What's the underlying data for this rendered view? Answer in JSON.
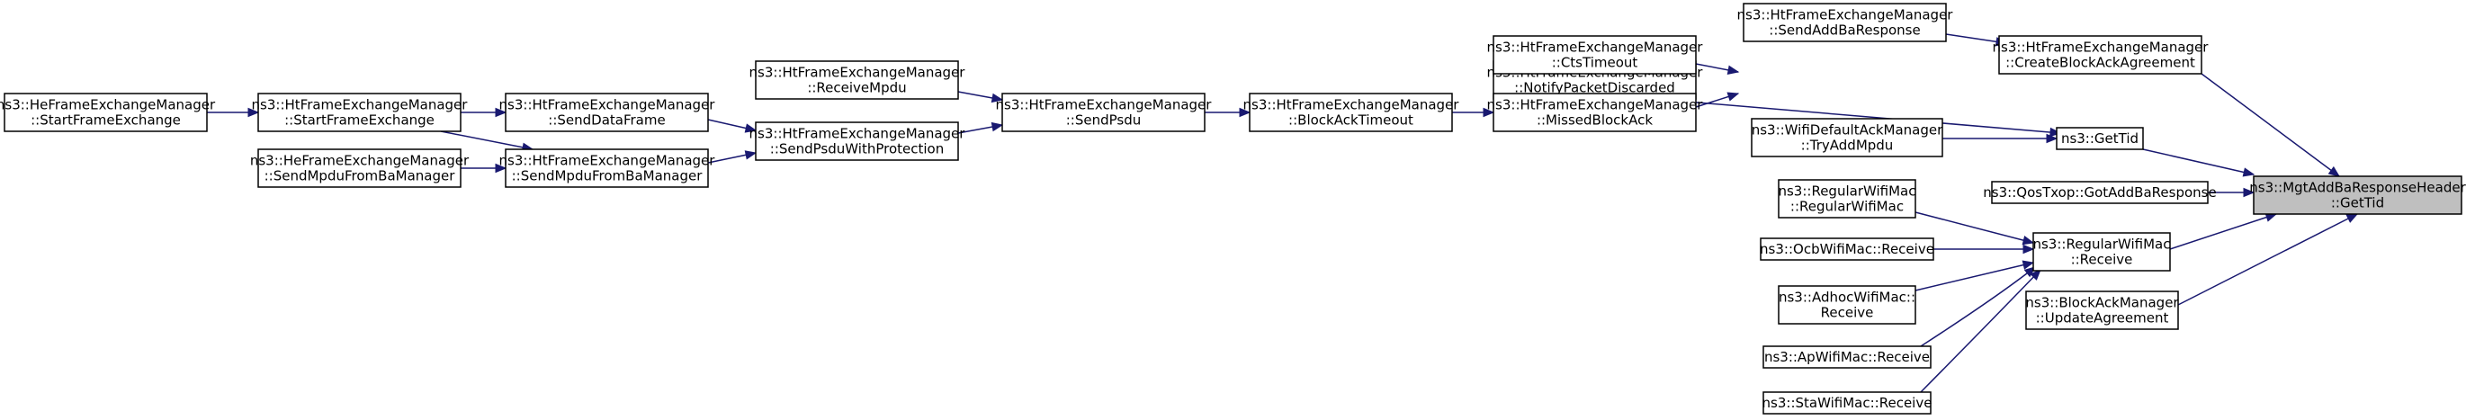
{
  "colors": {
    "edge": "#191970",
    "root_fill": "#bfbfbf",
    "node_fill": "#ffffff",
    "border": "#000000"
  },
  "nodes": [
    {
      "id": "n0",
      "lines": [
        "ns3::MgtAddBaResponseHeader",
        "::GetTid"
      ],
      "root": true
    },
    {
      "id": "n1",
      "lines": [
        "ns3::HtFrameExchangeManager",
        "::CreateBlockAckAgreement"
      ]
    },
    {
      "id": "n2",
      "lines": [
        "ns3::HtFrameExchangeManager",
        "::SendAddBaResponse"
      ]
    },
    {
      "id": "n3",
      "lines": [
        "ns3::GetTid"
      ]
    },
    {
      "id": "n4",
      "lines": [
        "ns3::HtFrameExchangeManager",
        "::NotifyPacketDiscarded"
      ]
    },
    {
      "id": "n5",
      "lines": [
        "ns3::HtFrameExchangeManager",
        "::CtsTimeout"
      ]
    },
    {
      "id": "n6",
      "lines": [
        "ns3::HtFrameExchangeManager",
        "::MissedBlockAck"
      ]
    },
    {
      "id": "n7",
      "lines": [
        "ns3::HtFrameExchangeManager",
        "::BlockAckTimeout"
      ]
    },
    {
      "id": "n8",
      "lines": [
        "ns3::HtFrameExchangeManager",
        "::SendPsdu"
      ]
    },
    {
      "id": "n9",
      "lines": [
        "ns3::HtFrameExchangeManager",
        "::ReceiveMpdu"
      ]
    },
    {
      "id": "n10",
      "lines": [
        "ns3::HtFrameExchangeManager",
        "::SendPsduWithProtection"
      ]
    },
    {
      "id": "n11",
      "lines": [
        "ns3::HtFrameExchangeManager",
        "::SendDataFrame"
      ]
    },
    {
      "id": "n12",
      "lines": [
        "ns3::HtFrameExchangeManager",
        "::StartFrameExchange"
      ]
    },
    {
      "id": "n13",
      "lines": [
        "ns3::HeFrameExchangeManager",
        "::StartFrameExchange"
      ]
    },
    {
      "id": "n14",
      "lines": [
        "ns3::HtFrameExchangeManager",
        "::SendMpduFromBaManager"
      ]
    },
    {
      "id": "n15",
      "lines": [
        "ns3::HeFrameExchangeManager",
        "::SendMpduFromBaManager"
      ]
    },
    {
      "id": "n16",
      "lines": [
        "ns3::WifiDefaultAckManager",
        "::TryAddMpdu"
      ]
    },
    {
      "id": "n17",
      "lines": [
        "ns3::QosTxop::GotAddBaResponse"
      ]
    },
    {
      "id": "n18",
      "lines": [
        "ns3::RegularWifiMac",
        "::Receive"
      ]
    },
    {
      "id": "n19",
      "lines": [
        "ns3::RegularWifiMac",
        "::RegularWifiMac"
      ]
    },
    {
      "id": "n20",
      "lines": [
        "ns3::OcbWifiMac::Receive"
      ]
    },
    {
      "id": "n21",
      "lines": [
        "ns3::AdhocWifiMac::",
        "Receive"
      ]
    },
    {
      "id": "n22",
      "lines": [
        "ns3::ApWifiMac::Receive"
      ]
    },
    {
      "id": "n23",
      "lines": [
        "ns3::StaWifiMac::Receive"
      ]
    },
    {
      "id": "n24",
      "lines": [
        "ns3::BlockAckManager",
        "::UpdateAgreement"
      ]
    }
  ],
  "edges": [
    [
      "n1",
      "n0"
    ],
    [
      "n3",
      "n0"
    ],
    [
      "n17",
      "n0"
    ],
    [
      "n18",
      "n0"
    ],
    [
      "n24",
      "n0"
    ],
    [
      "n2",
      "n1"
    ],
    [
      "n4",
      "n3"
    ],
    [
      "n16",
      "n3"
    ],
    [
      "n5",
      "n4"
    ],
    [
      "n6",
      "n4"
    ],
    [
      "n7",
      "n6"
    ],
    [
      "n8",
      "n7"
    ],
    [
      "n9",
      "n8"
    ],
    [
      "n10",
      "n8"
    ],
    [
      "n11",
      "n10"
    ],
    [
      "n14",
      "n10"
    ],
    [
      "n12",
      "n11"
    ],
    [
      "n12",
      "n14"
    ],
    [
      "n13",
      "n12"
    ],
    [
      "n15",
      "n14"
    ],
    [
      "n19",
      "n18"
    ],
    [
      "n20",
      "n18"
    ],
    [
      "n21",
      "n18"
    ],
    [
      "n22",
      "n18"
    ],
    [
      "n23",
      "n18"
    ]
  ]
}
